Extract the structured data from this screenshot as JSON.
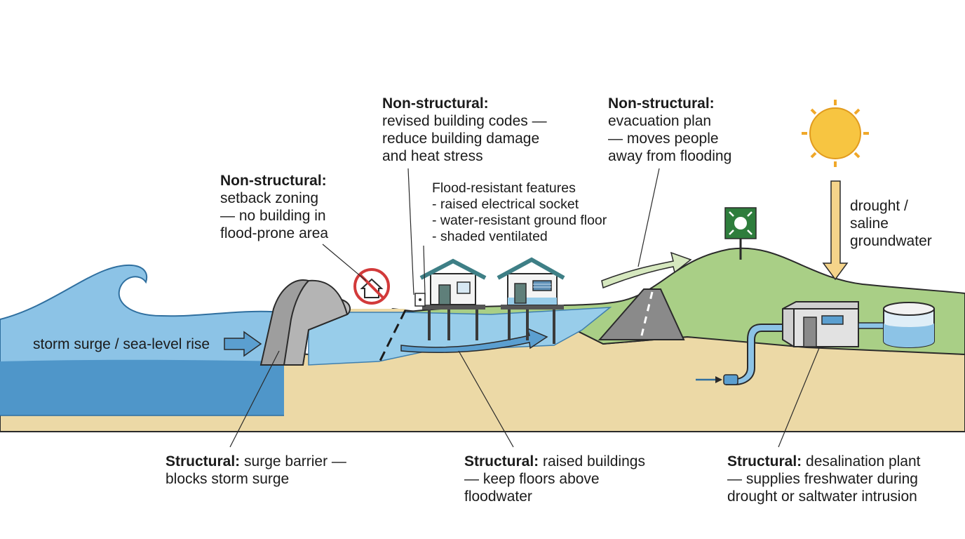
{
  "colors": {
    "sea_light": "#8cc3e6",
    "sea_deep": "#4f96c9",
    "water": "#98cdea",
    "sand": "#ecd9a6",
    "grass": "#a9cf86",
    "barrier": "#b4b4b4",
    "road": "#8a8a8a",
    "arrow_blue": "#5b9fd0",
    "arrow_green": "#d6e8bf",
    "arrow_sun": "#f5d48a",
    "sun": "#f7c541",
    "sign_green": "#2e7d3c",
    "no_build_red": "#d23a3a",
    "line": "#2a2a2a"
  },
  "icons": [
    "wave-icon",
    "sun-icon",
    "no-building-icon",
    "evacuation-sign-icon",
    "electrical-socket-icon",
    "solar-panel-icon",
    "water-tank-icon"
  ],
  "labels": {
    "setback": {
      "heading": "Non-structural:",
      "lines": [
        "setback zoning",
        "— no building in",
        "flood-prone area"
      ]
    },
    "codes": {
      "heading": "Non-structural:",
      "lines": [
        "revised building codes —",
        "reduce building damage",
        "and heat stress"
      ]
    },
    "evacuation": {
      "heading": "Non-structural:",
      "lines": [
        "evacuation plan",
        "— moves people",
        "away from flooding"
      ]
    },
    "features": {
      "title": "Flood-resistant features",
      "items": [
        "- raised electrical socket",
        "- water-resistant ground floor",
        "- shaded ventilated"
      ]
    },
    "drought": {
      "lines": [
        "drought /",
        "saline",
        "groundwater"
      ]
    },
    "storm": {
      "text": "storm surge / sea-level rise"
    },
    "barrier": {
      "heading": "Structural:",
      "line1": "surge barrier —",
      "line2": "blocks storm surge"
    },
    "raised": {
      "heading": "Structural:",
      "line1": "raised buildings",
      "line2": "— keep floors above",
      "line3": "floodwater"
    },
    "desal": {
      "heading": "Structural:",
      "line1": "desalination plant",
      "line2": "— supplies freshwater during",
      "line3": "drought or saltwater intrusion"
    }
  }
}
